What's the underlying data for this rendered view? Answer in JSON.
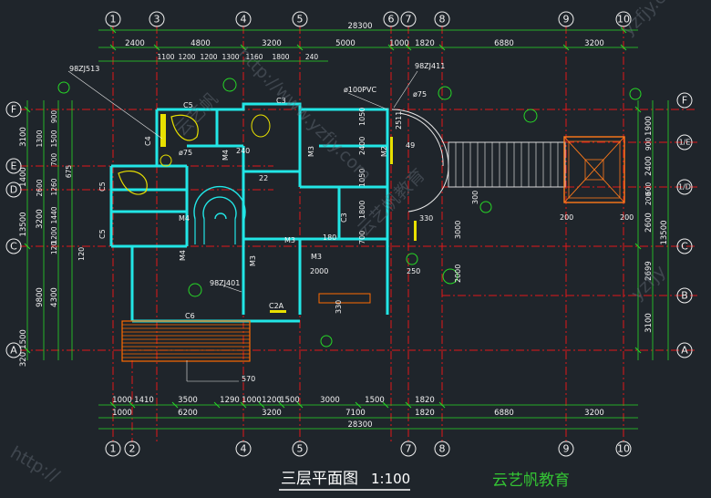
{
  "drawing": {
    "title": "三层平面图",
    "scale": "1:100",
    "axes_top": [
      "1",
      "3",
      "4",
      "5",
      "6",
      "7",
      "8",
      "9",
      "10"
    ],
    "axes_bottom": [
      "1",
      "2",
      "4",
      "5",
      "7",
      "8",
      "9",
      "10"
    ],
    "axes_left": [
      "F",
      "E",
      "D",
      "C",
      "A"
    ],
    "axes_right": [
      "F",
      "1/E",
      "1/D",
      "C",
      "B",
      "A"
    ],
    "top_total": "28300",
    "top_row1": [
      "2400",
      "4800",
      "3200",
      "5000",
      "1000",
      "1820",
      "6880",
      "3200"
    ],
    "top_row2": [
      "1100",
      "1200",
      "1200",
      "1300",
      "1160",
      "1800",
      "240"
    ],
    "bottom_row1": [
      "1000",
      "1410",
      "3500",
      "1290",
      "1000",
      "1200",
      "1500",
      "3000",
      "1500",
      "1820"
    ],
    "bottom_row2": [
      "1000",
      "6200",
      "3200",
      "7100",
      "1820",
      "6880",
      "3200"
    ],
    "bottom_total": "28300",
    "left_outer": [
      "3100",
      "1400",
      "13500",
      "3200",
      "9800",
      "1500",
      "320"
    ],
    "left_inner": [
      "900",
      "1500",
      "700",
      "1260",
      "1440",
      "1200",
      "120",
      "4300"
    ],
    "left_small": [
      "1300",
      "675",
      "2600"
    ],
    "right_dims": [
      "1900",
      "900",
      "2400",
      "600",
      "200",
      "2600",
      "13500",
      "2699",
      "3100"
    ],
    "annotations": {
      "std1": "98ZJ513",
      "std2": "98ZJ411",
      "std3": "98ZJ401",
      "pipe": "ø100PVC",
      "phi75a": "ø75",
      "phi75b": "ø75",
      "c5a": "C5",
      "c5b": "C5",
      "c4": "C4",
      "c5c": "C5",
      "c3a": "C3",
      "c3b": "C3",
      "c6": "C6",
      "c2a": "C2A",
      "m4a": "M4",
      "m4b": "M4",
      "m4c": "M4",
      "m3a": "M3",
      "m3b": "M3",
      "m3c": "M3",
      "m3d": "M3",
      "m2": "M2",
      "n22": "22",
      "n240": "240",
      "d1050a": "1050",
      "d2400": "2400",
      "d1050b": "1050",
      "d1800": "1800",
      "d700": "700",
      "d2511": "2511",
      "d330a": "330",
      "d330b": "330",
      "d180": "180",
      "d2000a": "2000",
      "d2000b": "2000",
      "d3000": "3000",
      "d250": "250",
      "d570": "570",
      "d300": "300",
      "d200a": "200",
      "d200b": "200",
      "d120": "120",
      "d49": "49"
    },
    "footer_text": "云艺帆教育",
    "watermark": [
      "yzfjy.com",
      "云艺帆",
      "http://www.yzfjy.com",
      "云艺帆教育",
      "http://",
      "yzfjy"
    ]
  }
}
